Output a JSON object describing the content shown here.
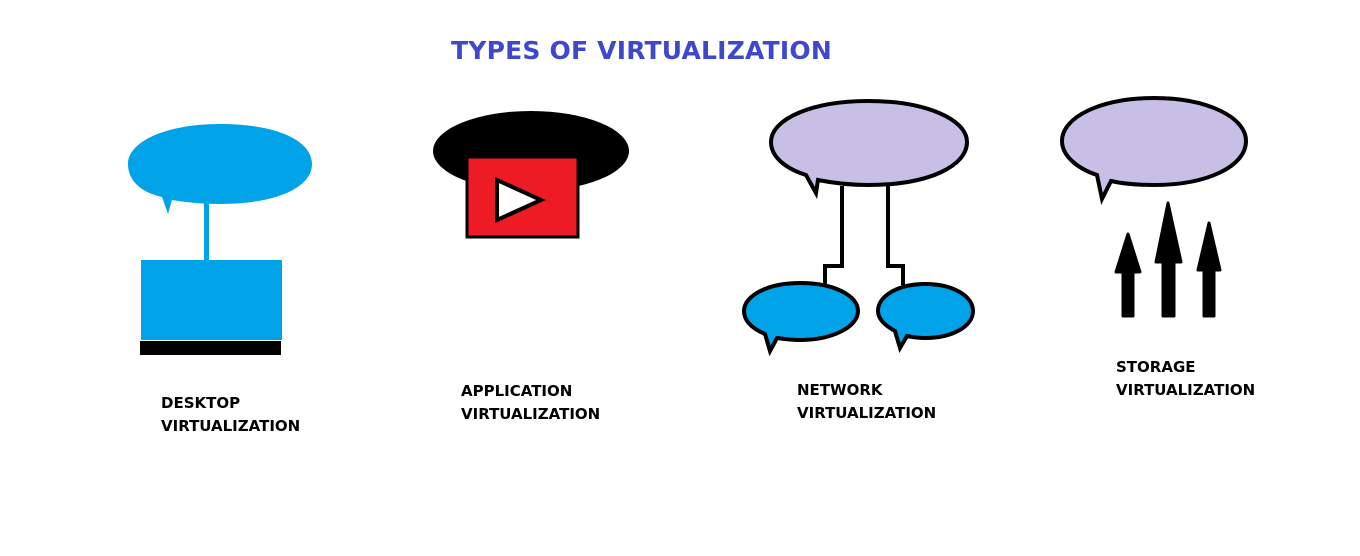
{
  "title": "TYPES OF VIRTUALIZATION",
  "colors": {
    "title": "#3f48cc",
    "bubble_blue": "#00a2e8",
    "bubble_lavender": "#c8bfe7",
    "app_red": "#ed1c24",
    "outline": "#000000"
  },
  "types": [
    {
      "line1": "DESKTOP",
      "line2": "VIRTUALIZATION",
      "icon": "desktop-icon"
    },
    {
      "line1": "APPLICATION",
      "line2": "VIRTUALIZATION",
      "icon": "play-video-icon"
    },
    {
      "line1": "NETWORK",
      "line2": "VIRTUALIZATION",
      "icon": "network-bubbles-icon"
    },
    {
      "line1": "STORAGE",
      "line2": "VIRTUALIZATION",
      "icon": "upload-arrows-icon"
    }
  ]
}
